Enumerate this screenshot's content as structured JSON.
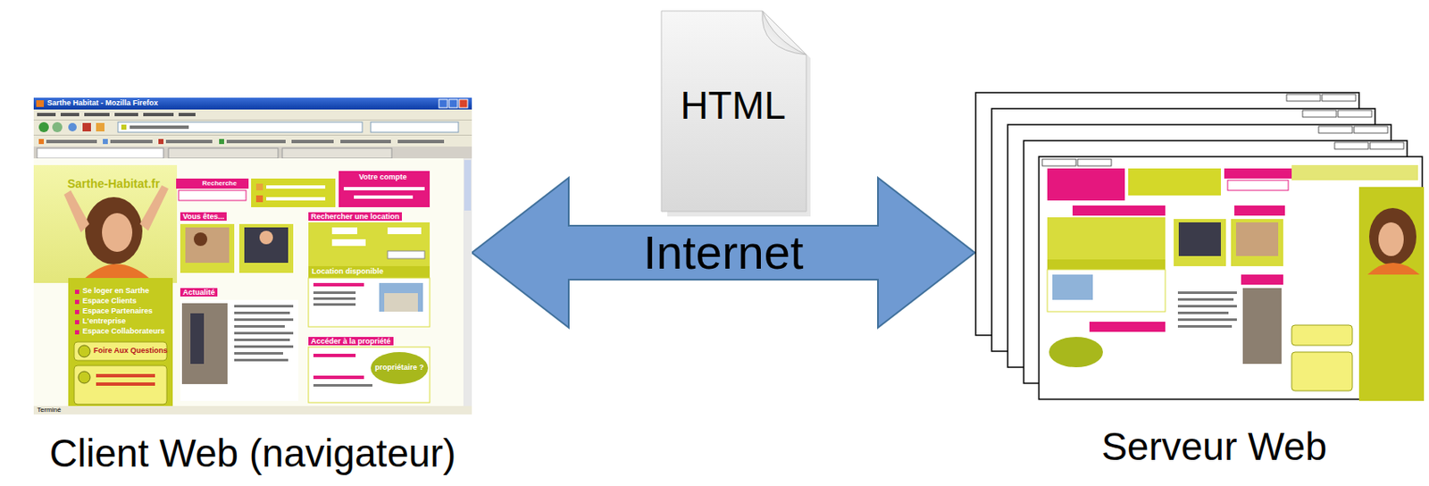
{
  "diagram": {
    "nodes": [
      {
        "text": [
          "Client Web (navigateur)"
        ]
      },
      {
        "text": [
          "HTML"
        ]
      },
      {
        "text": [
          "Serveur Web"
        ]
      }
    ],
    "edges": [
      {
        "from": 0,
        "to": 2,
        "label": "Internet",
        "arrow": "both"
      }
    ],
    "labels": [
      "Sarthe Habitat - Mozilla Firefox",
      "Sarthe-Habitat.fr",
      "Recherche",
      "Votre compte",
      "Vous êtes...",
      "Rechercher une location",
      "Location disponible",
      "Actualité",
      "Accéder à la propriété",
      "Se loger en Sarthe",
      "Espace Clients",
      "Espace Partenaires",
      "L'entreprise",
      "Espace Collaborateurs",
      "Foire Aux Questions",
      "propriétaire ?",
      "Terminé"
    ]
  }
}
